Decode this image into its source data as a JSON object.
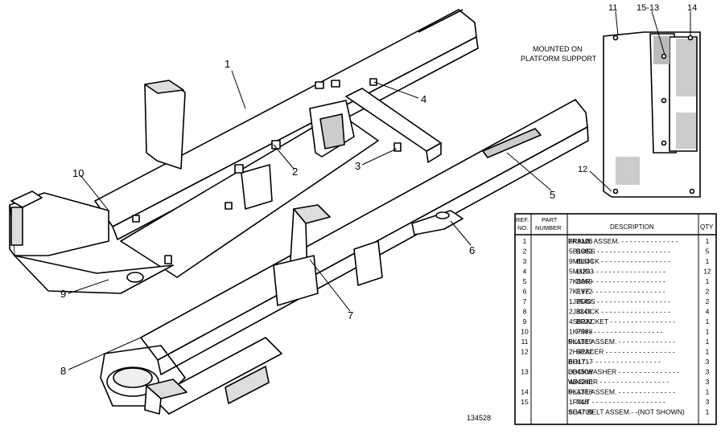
{
  "callouts": [
    "1",
    "2",
    "3",
    "4",
    "5",
    "6",
    "7",
    "8",
    "9",
    "10"
  ],
  "inset": {
    "note_line1": "MOUNTED ON",
    "note_line2": "PLATFORM SUPPORT",
    "callouts": [
      "11",
      "15-13",
      "14",
      "12"
    ]
  },
  "table": {
    "headers": {
      "ref_line1": "REF.",
      "ref_line2": "NO.",
      "part_line1": "PART",
      "part_line2": "NUMBER",
      "description": "DESCRIPTION",
      "qty": "QTY"
    },
    "rows": [
      {
        "ref": "1",
        "part": "8K8126",
        "desc": "FRAME ASSEM.",
        "qty": "1"
      },
      {
        "ref": "2",
        "part": "5B1983",
        "desc": "BOSS",
        "qty": "5"
      },
      {
        "ref": "3",
        "part": "9M5846",
        "desc": "BLOCK",
        "qty": "1"
      },
      {
        "ref": "4",
        "part": "5M8293",
        "desc": "LUG",
        "qty": "12"
      },
      {
        "ref": "5",
        "part": "7K3069",
        "desc": "BAR",
        "qty": "1"
      },
      {
        "ref": "6",
        "part": "7K1972",
        "desc": "EYE",
        "qty": "2"
      },
      {
        "ref": "7",
        "part": "1J7540",
        "desc": "BOSS",
        "qty": "2"
      },
      {
        "ref": "8",
        "part": "2J3349",
        "desc": "BLOCK",
        "qty": "4"
      },
      {
        "ref": "9",
        "part": "4S8032",
        "desc": "BRACKET",
        "qty": "1"
      },
      {
        "ref": "10",
        "part": "1K7588",
        "desc": "PIN",
        "qty": "1"
      },
      {
        "ref": "11",
        "part": "9K1319",
        "desc": "PLATE ASSEM.",
        "qty": "1"
      },
      {
        "ref": "12",
        "part": "2H4132",
        "desc": "SPACER",
        "qty": "1"
      },
      {
        "ref": "",
        "part": "6H1717",
        "desc": "BOLT",
        "qty": "3"
      },
      {
        "ref": "13",
        "part": "3B4508",
        "desc": "LOCKWASHER",
        "qty": "3"
      },
      {
        "ref": "",
        "part": "4B4280",
        "desc": "WASHER",
        "qty": "3"
      },
      {
        "ref": "14",
        "part": "9K1318",
        "desc": "PLATE ASSEM.",
        "qty": "1"
      },
      {
        "ref": "15",
        "part": "1F748",
        "desc": "NUT",
        "qty": "3"
      },
      {
        "ref": "",
        "part": "6D4709",
        "desc": "SEAT BELT ASSEM.- -(NOT SHOWN)",
        "qty": "1"
      }
    ]
  },
  "figure_number": "134528"
}
